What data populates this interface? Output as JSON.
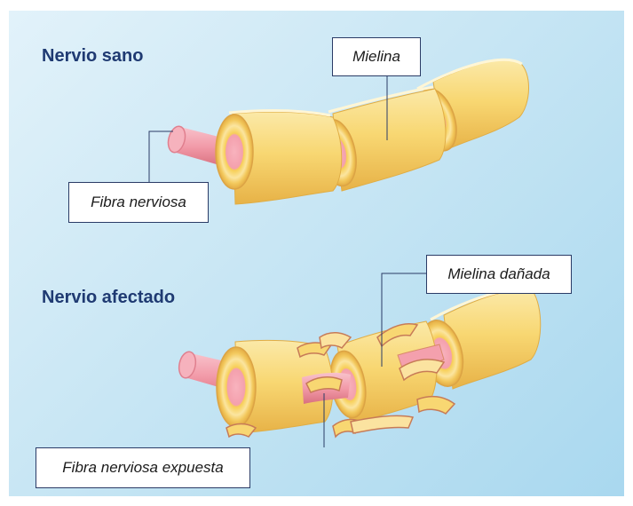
{
  "headings": {
    "healthy": "Nervio sano",
    "affected": "Nervio afectado"
  },
  "labels": {
    "myelin": "Mielina",
    "nerve_fiber": "Fibra nerviosa",
    "damaged_myelin": "Mielina dañada",
    "exposed_fiber": "Fibra nerviosa expuesta"
  },
  "colors": {
    "heading": "#1f3a72",
    "myelin": "#f7d774",
    "myelin_shadow": "#e9b84a",
    "fiber": "#f29aa8",
    "leader_line": "#2a3b66"
  }
}
